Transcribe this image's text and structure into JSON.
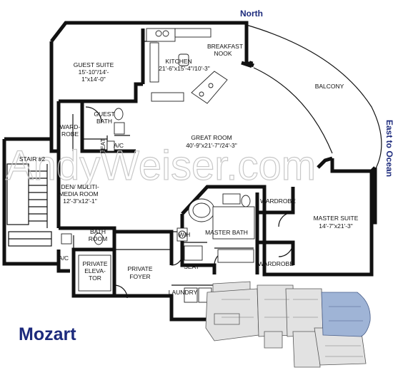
{
  "compass": {
    "north": "North",
    "east": "East to Ocean"
  },
  "watermark": "AndyWeiser.com",
  "unit_name": "Mozart",
  "rooms": {
    "guest_suite": {
      "name": "GUEST SUITE",
      "dim1": "15'-10\"/14'-",
      "dim2": "1\"x14'-0\""
    },
    "kitchen": {
      "name": "KITCHEN",
      "dim": "21'-6\"x15'-4\"/10'-3\""
    },
    "breakfast_nook": {
      "line1": "BREAKFAST",
      "line2": "NOOK"
    },
    "balcony": "BALCONY",
    "guest_bath": {
      "line1": "GUEST",
      "line2": "BATH"
    },
    "ward_robe": {
      "line1": "WARD-",
      "line2": "ROBE"
    },
    "seat": "SEAT",
    "ac": "A/C",
    "great_room": {
      "name": "GREAT ROOM",
      "dim": "40'-9\"x21'-7\"/24'-3\""
    },
    "stair": "STAIR #2",
    "den": {
      "line1": "DEN/ MULITI-",
      "line2": "MEDIA ROOM",
      "dim": "12'-3\"x12'-1\""
    },
    "wardrobe_top": "WARDROBE",
    "master_suite": {
      "name": "MASTER SUITE",
      "dim": "14'-7\"x21'-3\""
    },
    "wh": "W/H",
    "master_bath": "MASTER BATH",
    "bath_room": {
      "line1": "BATH",
      "line2": "ROOM"
    },
    "ac_lower": "A/C",
    "private_elevator": {
      "line1": "PRIVATE",
      "line2": "ELEVA-",
      "line3": "TOR"
    },
    "private_foyer": {
      "line1": "PRIVATE",
      "line2": "FOYER"
    },
    "seat_lower": "SEAT",
    "wardrobe_bottom": "WARDROBE",
    "laundry": "LAUNDRY"
  }
}
